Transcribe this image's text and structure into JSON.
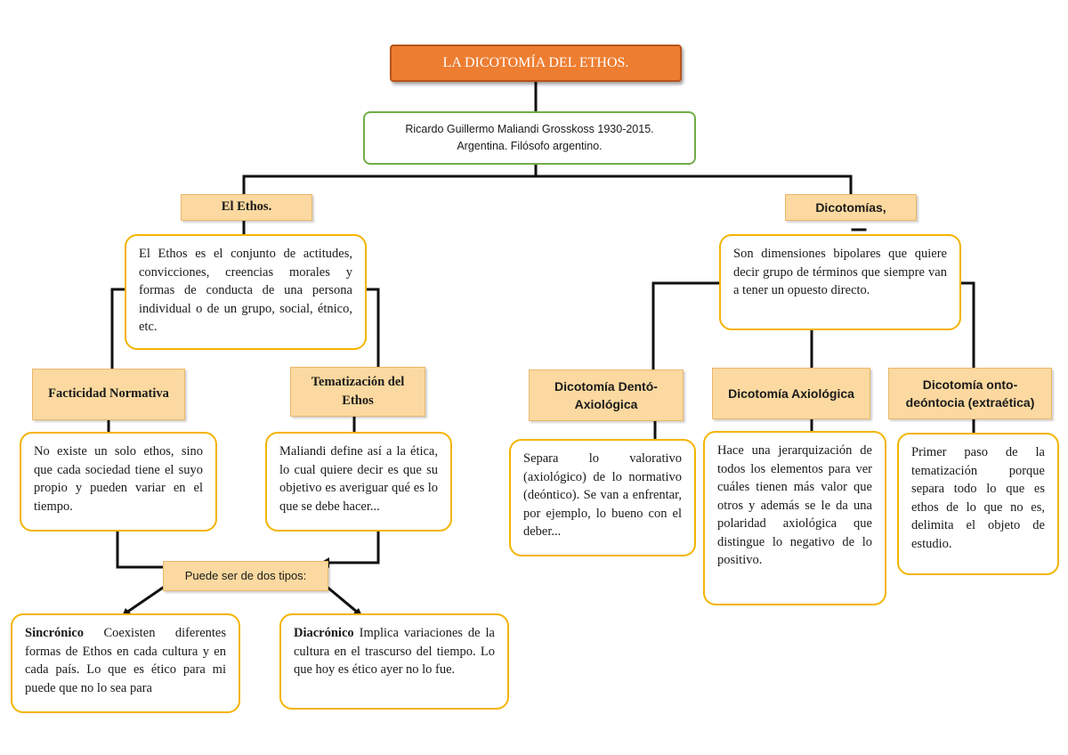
{
  "title": "LA DICOTOMÍA DEL ETHOS.",
  "author": {
    "line1": "Ricardo Guillermo Maliandi Grosskoss 1930-2015.",
    "line2": "Argentina. Filósofo argentino."
  },
  "left": {
    "label": "El Ethos.",
    "definition": "El Ethos es el conjunto de actitudes, convicciones, creencias morales y formas de conducta de una persona individual o de un grupo, social, étnico, etc.",
    "facticidad": {
      "label": "Facticidad Normativa",
      "text": "No existe un solo ethos, sino que cada sociedad tiene el suyo propio y pueden variar en el tiempo."
    },
    "tematizacion": {
      "label": "Tematización del Ethos",
      "text": "Maliandi define así a la ética, lo cual quiere decir es que su objetivo es averiguar qué es lo que se debe hacer..."
    },
    "tipos": {
      "label": "Puede ser de dos tipos:",
      "sincronico": {
        "term": "Sincrónico",
        "text": " Coexisten diferentes formas de Ethos en cada cultura y en cada país. Lo que es ético para mi puede que no lo sea para"
      },
      "diacronico": {
        "term": "Diacrónico",
        "text": " Implica variaciones de la cultura en el trascurso del tiempo. Lo que hoy es ético ayer no lo fue."
      }
    }
  },
  "right": {
    "label": "Dicotomías,",
    "definition": "Son dimensiones bipolares que quiere decir grupo de términos que siempre van a tener un opuesto directo.",
    "dento": {
      "label": "Dicotomía Dentó-Axiológica",
      "text": "Separa lo valorativo (axiológico) de lo normativo (deóntico). Se van a enfrentar, por ejemplo, lo bueno con el deber..."
    },
    "axiologica": {
      "label": "Dicotomía Axiológica",
      "text": "Hace una jerarquización de todos los elementos para ver cuáles tienen más valor que otros y además se le da una polaridad axiológica que distingue lo negativo de lo positivo."
    },
    "onto": {
      "label": "Dicotomía onto-deóntocia (extraética)",
      "text": "Primer paso de la tematización porque separa todo lo que es ethos de lo que no es, delimita el objeto de estudio."
    }
  }
}
